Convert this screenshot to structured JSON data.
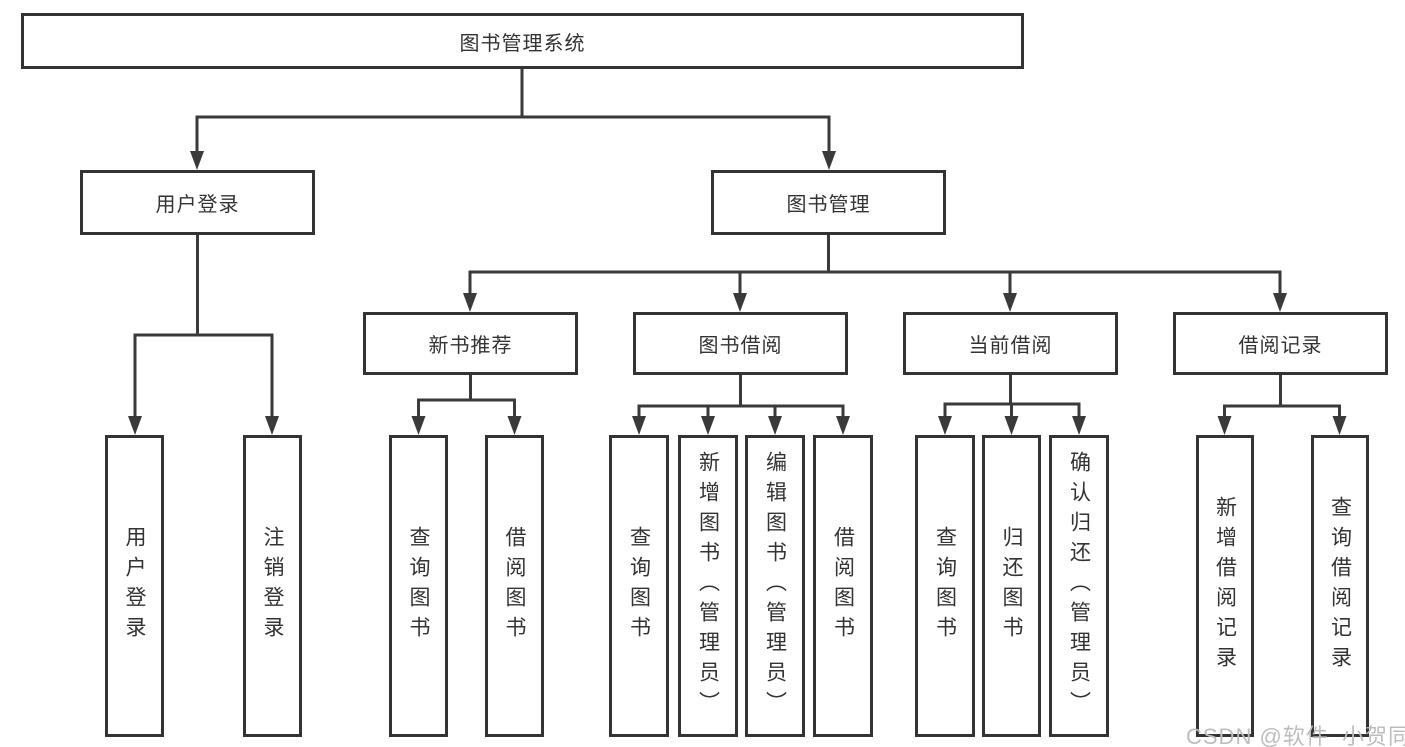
{
  "diagram": {
    "title_node": {
      "label": "图书管理系统"
    },
    "level2": [
      {
        "label": "用户登录"
      },
      {
        "label": "图书管理"
      }
    ],
    "level3": [
      {
        "label": "新书推荐"
      },
      {
        "label": "图书借阅"
      },
      {
        "label": "当前借阅"
      },
      {
        "label": "借阅记录"
      }
    ],
    "leaves": [
      {
        "label": "用户登录",
        "parent": "用户登录"
      },
      {
        "label": "注销登录",
        "parent": "用户登录"
      },
      {
        "label": "查询图书",
        "parent": "新书推荐"
      },
      {
        "label": "借阅图书",
        "parent": "新书推荐"
      },
      {
        "label": "查询图书",
        "parent": "图书借阅"
      },
      {
        "label": "新增图书（管理员）",
        "parent": "图书借阅"
      },
      {
        "label": "编辑图书（管理员）",
        "parent": "图书借阅"
      },
      {
        "label": "借阅图书",
        "parent": "图书借阅"
      },
      {
        "label": "查询图书",
        "parent": "当前借阅"
      },
      {
        "label": "归还图书",
        "parent": "当前借阅"
      },
      {
        "label": "确认归还（管理员）",
        "parent": "当前借阅"
      },
      {
        "label": "新增借阅记录",
        "parent": "借阅记录"
      },
      {
        "label": "查询借阅记录",
        "parent": "借阅记录"
      }
    ],
    "colors": {
      "line": "#3a3a3a",
      "box_border": "#333333",
      "text": "#333333",
      "watermark_text": "#bdbdbd",
      "background": "#ffffff"
    }
  },
  "watermark": {
    "text": "CSDN @软件_小贺同学"
  }
}
